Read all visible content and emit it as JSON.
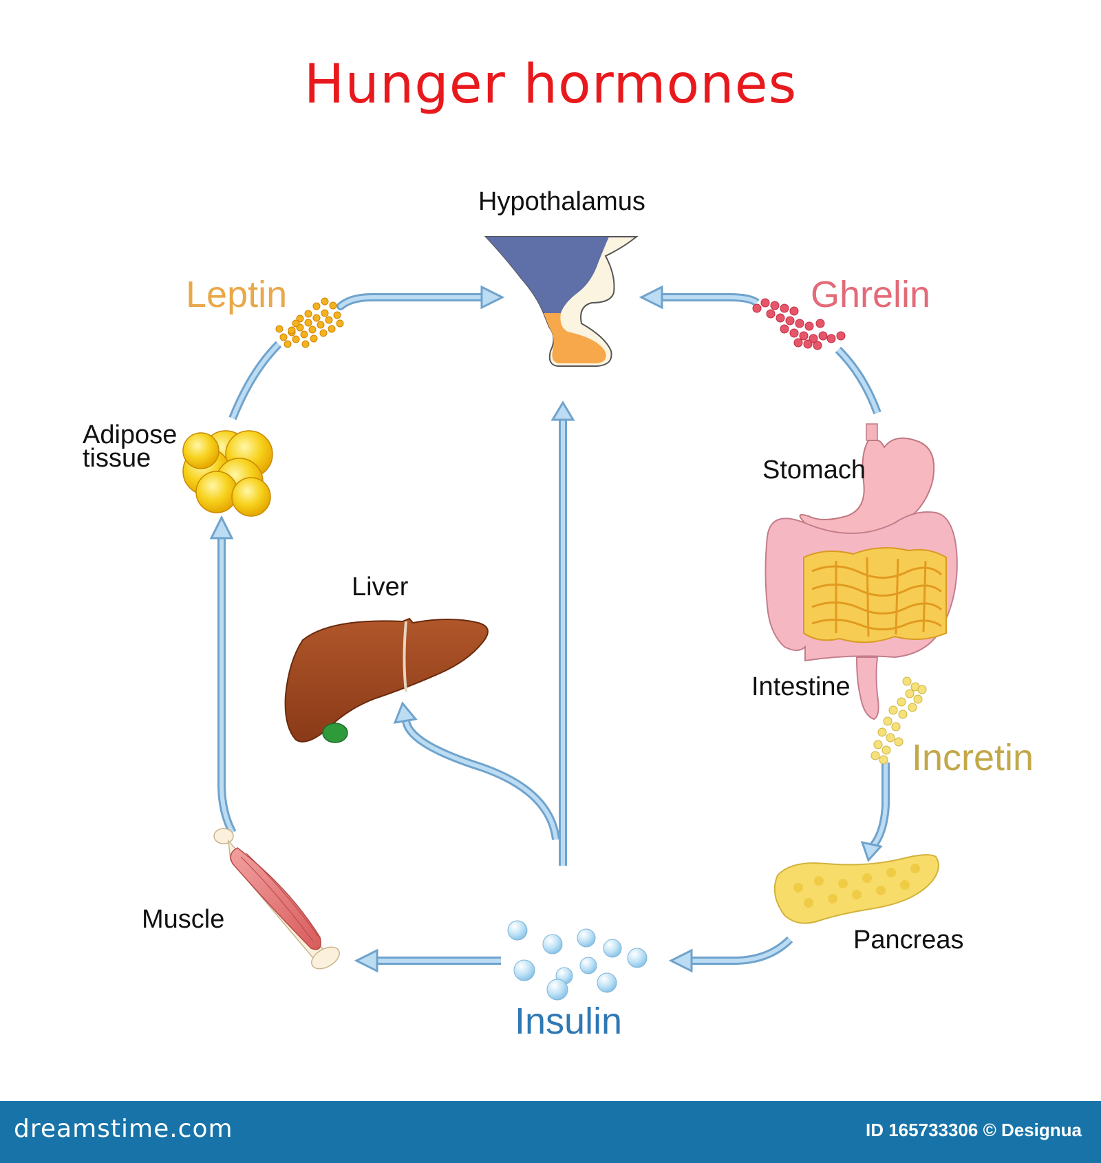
{
  "title": "Hunger hormones",
  "organs": {
    "hypothalamus": "Hypothalamus",
    "adipose_line1": "Adipose",
    "adipose_line2": "tissue",
    "stomach": "Stomach",
    "intestine": "Intestine",
    "liver": "Liver",
    "muscle": "Muscle",
    "pancreas": "Pancreas"
  },
  "hormones": {
    "leptin": "Leptin",
    "ghrelin": "Ghrelin",
    "incretin": "Incretin",
    "insulin": "Insulin"
  },
  "colors": {
    "title": "#e8191d",
    "leptin": "#e9a84a",
    "ghrelin": "#e36a78",
    "incretin": "#c2a84a",
    "insulin": "#2f78b4",
    "arrow_fill": "#bcdcf4",
    "arrow_stroke": "#6fa3cc",
    "footer": "#1874a8"
  },
  "footer": {
    "brand": "dreamstime.com",
    "id_credit": "ID 165733306 © Designua"
  }
}
